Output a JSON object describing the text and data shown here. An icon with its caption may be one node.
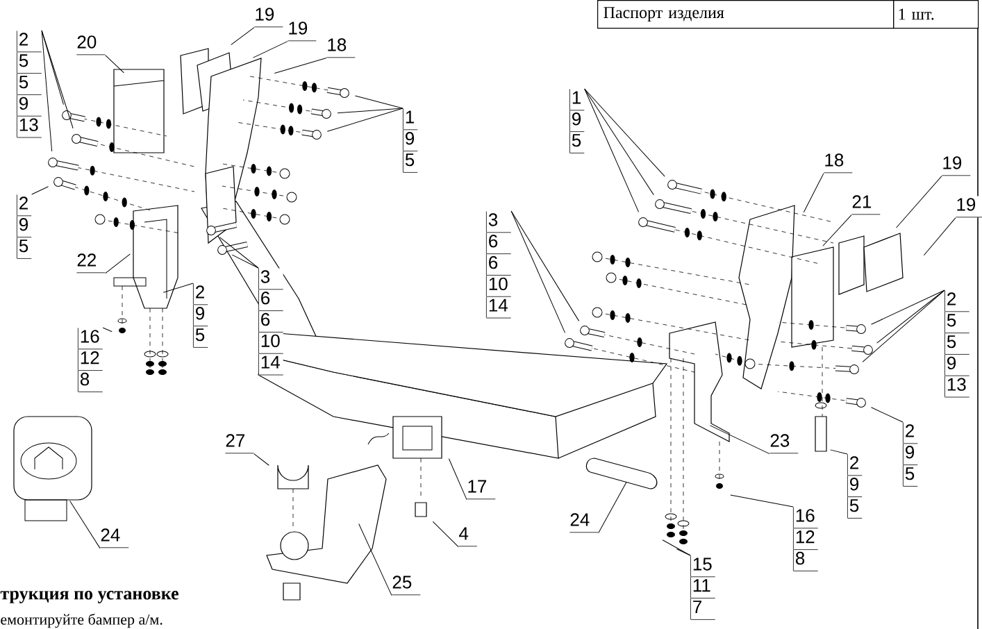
{
  "diagram": {
    "nodes": [
      {
        "text": [
          "2",
          "5",
          "5",
          "9",
          "13"
        ]
      },
      {
        "text": [
          "20"
        ]
      },
      {
        "text": [
          "19"
        ]
      },
      {
        "text": [
          "19"
        ]
      },
      {
        "text": [
          "18"
        ]
      },
      {
        "text": [
          "1",
          "9",
          "5"
        ]
      },
      {
        "text": [
          "2",
          "9",
          "5"
        ]
      },
      {
        "text": [
          "22"
        ]
      },
      {
        "text": [
          "2",
          "9",
          "5"
        ]
      },
      {
        "text": [
          "16",
          "12",
          "8"
        ]
      },
      {
        "text": [
          "3",
          "6",
          "6",
          "10",
          "14"
        ]
      },
      {
        "text": [
          "1",
          "9",
          "5"
        ]
      },
      {
        "text": [
          "3",
          "6",
          "6",
          "10",
          "14"
        ]
      },
      {
        "text": [
          "18"
        ]
      },
      {
        "text": [
          "21"
        ]
      },
      {
        "text": [
          "19"
        ]
      },
      {
        "text": [
          "19"
        ]
      },
      {
        "text": [
          "2",
          "5",
          "5",
          "9",
          "13"
        ]
      },
      {
        "text": [
          "2",
          "9",
          "5"
        ]
      },
      {
        "text": [
          "23"
        ]
      },
      {
        "text": [
          "2",
          "9",
          "5"
        ]
      },
      {
        "text": [
          "16",
          "12",
          "8"
        ]
      },
      {
        "text": [
          "24"
        ]
      },
      {
        "text": [
          "27"
        ]
      },
      {
        "text": [
          "17"
        ]
      },
      {
        "text": [
          "4"
        ]
      },
      {
        "text": [
          "24"
        ]
      },
      {
        "text": [
          "15",
          "11",
          "7"
        ]
      },
      {
        "text": [
          "25"
        ]
      }
    ],
    "edges": [
      {
        "from": 0,
        "to": null,
        "arrow": "none"
      },
      {
        "from": 0,
        "to": null,
        "arrow": "none"
      },
      {
        "from": 0,
        "to": null,
        "arrow": "none"
      },
      {
        "from": 1,
        "to": null,
        "arrow": "none"
      },
      {
        "from": 2,
        "to": null,
        "arrow": "none"
      },
      {
        "from": 3,
        "to": null,
        "arrow": "none"
      },
      {
        "from": 4,
        "to": null,
        "arrow": "none"
      },
      {
        "from": 5,
        "to": null,
        "arrow": "none"
      },
      {
        "from": 5,
        "to": null,
        "arrow": "none"
      },
      {
        "from": 5,
        "to": null,
        "arrow": "none"
      },
      {
        "from": 6,
        "to": null,
        "arrow": "none"
      },
      {
        "from": 7,
        "to": null,
        "arrow": "none"
      },
      {
        "from": 8,
        "to": null,
        "arrow": "none"
      },
      {
        "from": 9,
        "to": null,
        "arrow": "none"
      },
      {
        "from": 10,
        "to": null,
        "arrow": "none"
      },
      {
        "from": 10,
        "to": null,
        "arrow": "none"
      },
      {
        "from": 11,
        "to": null,
        "arrow": "none"
      },
      {
        "from": 11,
        "to": null,
        "arrow": "none"
      },
      {
        "from": 11,
        "to": null,
        "arrow": "none"
      },
      {
        "from": 12,
        "to": null,
        "arrow": "none"
      },
      {
        "from": 12,
        "to": null,
        "arrow": "none"
      },
      {
        "from": 13,
        "to": null,
        "arrow": "none"
      },
      {
        "from": 14,
        "to": null,
        "arrow": "none"
      },
      {
        "from": 15,
        "to": null,
        "arrow": "none"
      },
      {
        "from": 16,
        "to": null,
        "arrow": "none"
      },
      {
        "from": 17,
        "to": null,
        "arrow": "none"
      },
      {
        "from": 17,
        "to": null,
        "arrow": "none"
      },
      {
        "from": 17,
        "to": null,
        "arrow": "none"
      },
      {
        "from": 18,
        "to": null,
        "arrow": "none"
      },
      {
        "from": 19,
        "to": null,
        "arrow": "none"
      },
      {
        "from": 20,
        "to": null,
        "arrow": "none"
      },
      {
        "from": 21,
        "to": null,
        "arrow": "none"
      },
      {
        "from": 22,
        "to": null,
        "arrow": "none"
      },
      {
        "from": 23,
        "to": null,
        "arrow": "none"
      },
      {
        "from": 24,
        "to": null,
        "arrow": "none"
      },
      {
        "from": 25,
        "to": null,
        "arrow": "none"
      },
      {
        "from": 26,
        "to": null,
        "arrow": "none"
      },
      {
        "from": 27,
        "to": null,
        "arrow": "none"
      },
      {
        "from": 27,
        "to": null,
        "arrow": "none"
      },
      {
        "from": 28,
        "to": null,
        "arrow": "none"
      }
    ],
    "labels": [
      "Паспорт изделия",
      "1 шт.",
      "трукция по установке",
      "емонтируйте бампер а/м."
    ]
  }
}
